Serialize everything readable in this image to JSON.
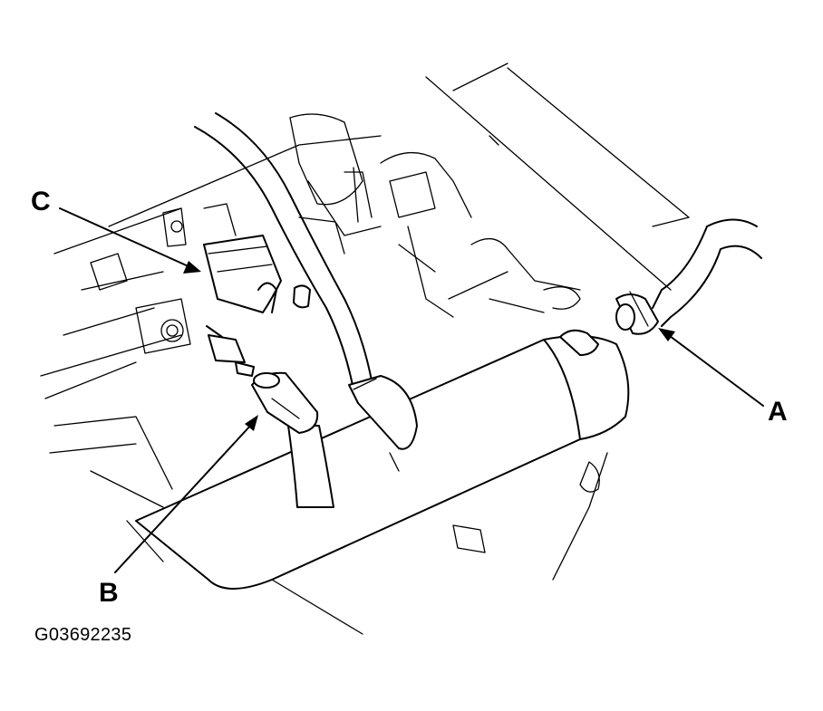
{
  "callouts": {
    "a": "A",
    "b": "B",
    "c": "C"
  },
  "figure_id": "G03692235",
  "colors": {
    "ink": "#000000",
    "paper": "#ffffff"
  }
}
